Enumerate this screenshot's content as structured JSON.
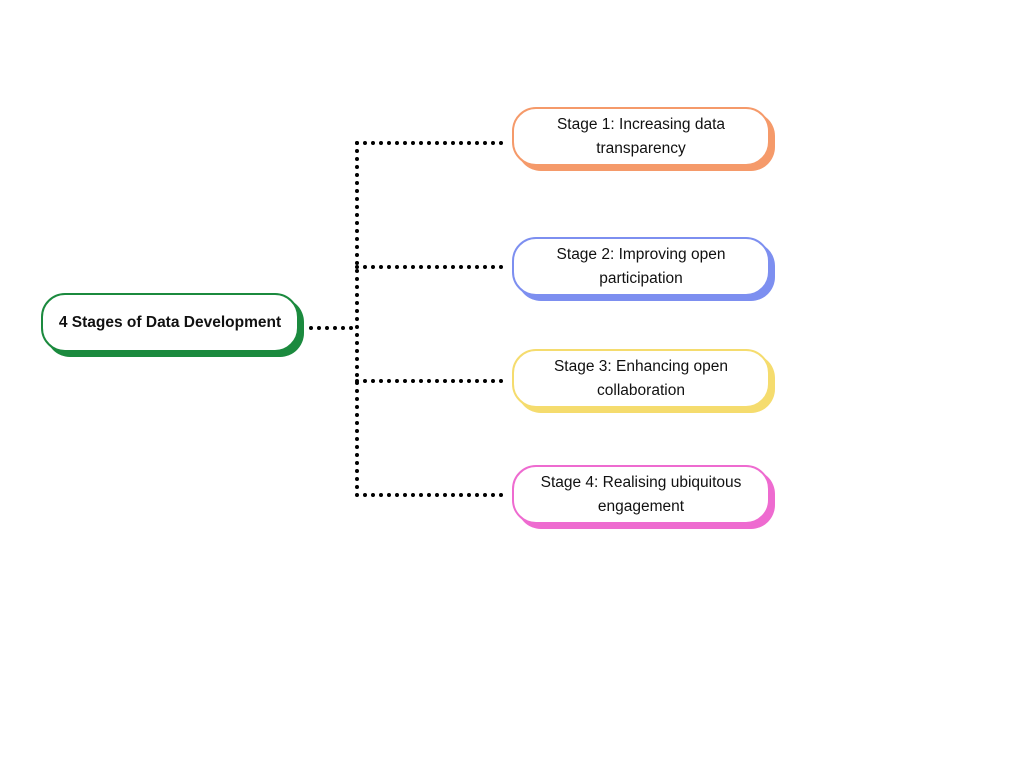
{
  "root": {
    "label": "4 Stages of Data Development",
    "color": "#1b8a3e"
  },
  "stages": [
    {
      "label": "Stage 1: Increasing data transparency",
      "color": "#f59a6a"
    },
    {
      "label": "Stage 2: Improving open participation",
      "color": "#7d8ff0"
    },
    {
      "label": "Stage 3: Enhancing open collaboration",
      "color": "#f5dc6e"
    },
    {
      "label": "Stage 4: Realising ubiquitous engagement",
      "color": "#ee6bd0"
    }
  ],
  "connector": {
    "style": "dotted",
    "color": "#000000"
  }
}
